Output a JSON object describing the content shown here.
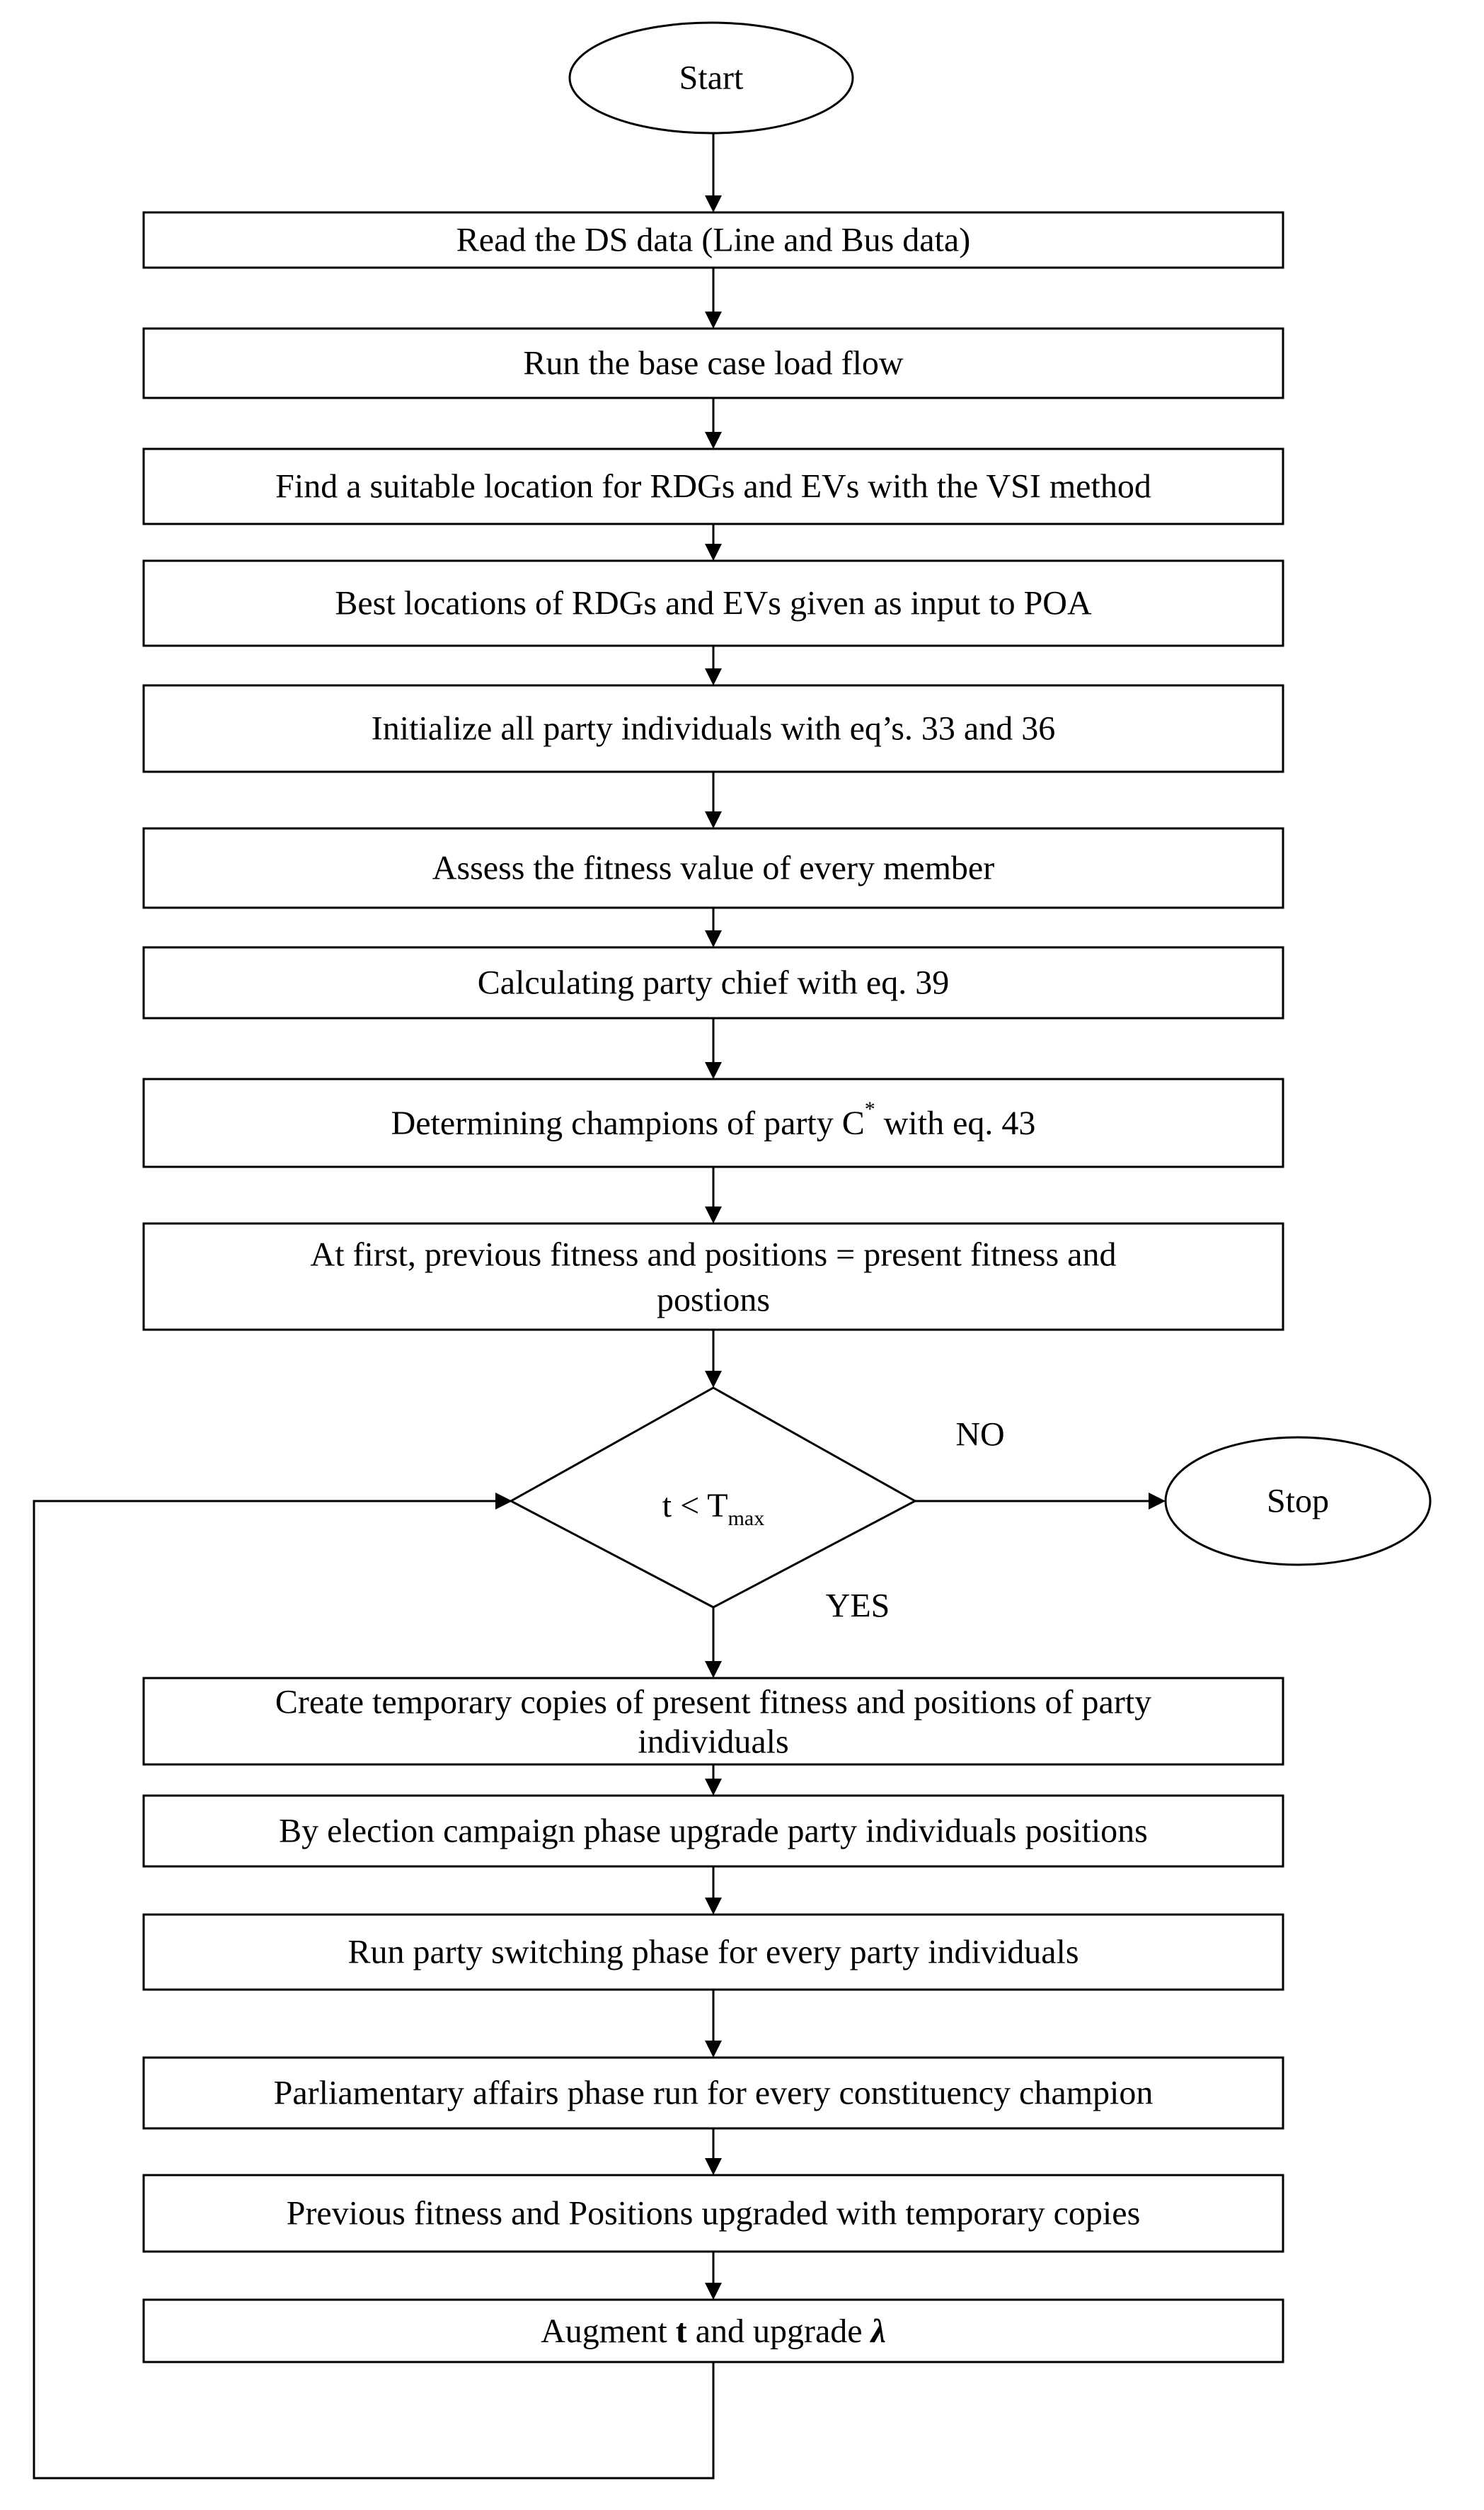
{
  "flowchart": {
    "start": "Start",
    "stop": "Stop",
    "steps": [
      "Read the DS data (Line and Bus data)",
      "Run the base case load flow",
      "Find a suitable location for RDGs and EVs with the VSI method",
      "Best locations of RDGs and EVs given as input to POA",
      "Initialize all party individuals with eq’s. 33 and 36",
      "Assess the fitness value of every member",
      "Calculating party chief with eq. 39",
      {
        "before": "Determining champions of party C",
        "sup": "*",
        "after": " with eq. 43"
      },
      [
        "At first, previous fitness and positions = present fitness and",
        "postions"
      ]
    ],
    "decision": {
      "base": "t < T",
      "sub": "max"
    },
    "no_label": "NO",
    "yes_label": "YES",
    "loop_steps": [
      [
        "Create temporary copies of present fitness and positions of party",
        "individuals"
      ],
      "By election campaign phase upgrade party individuals positions",
      "Run party switching phase for every party individuals",
      "Parliamentary affairs phase run for every constituency champion",
      "Previous fitness and Positions upgraded with temporary copies",
      {
        "before": "Augment ",
        "b1": "t",
        "middle": " and upgrade ",
        "b2": "λ"
      }
    ]
  }
}
